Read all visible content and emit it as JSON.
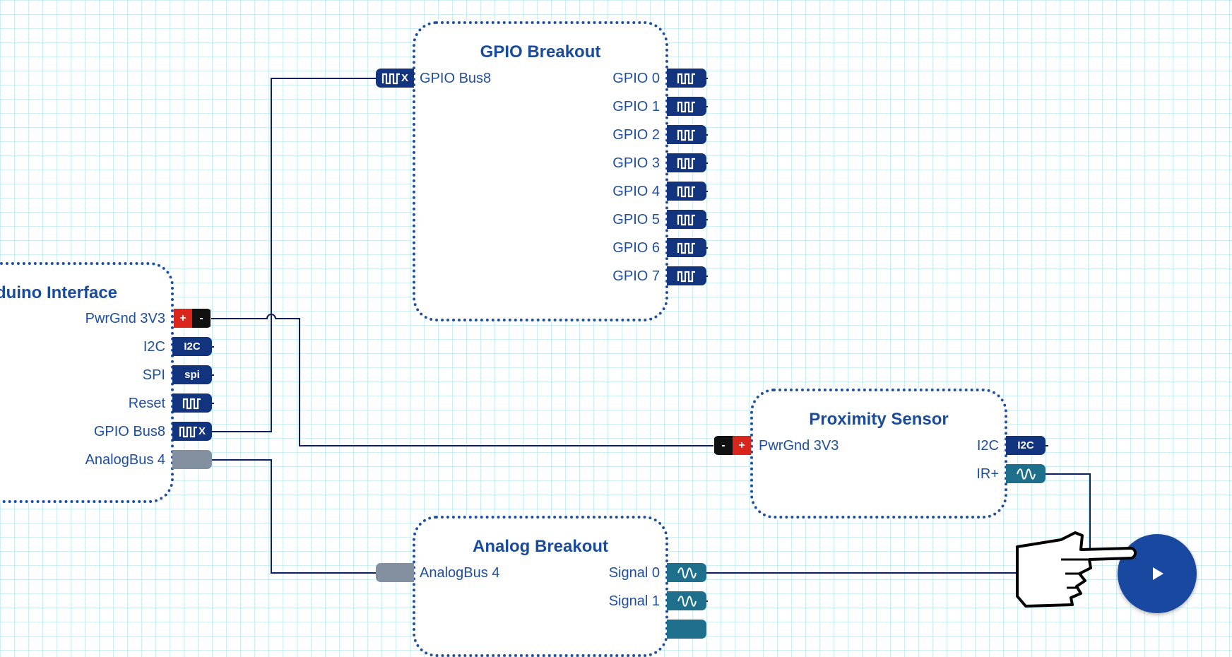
{
  "blocks": {
    "gpio_breakout": {
      "title": "GPIO Breakout",
      "input_label": "GPIO Bus8",
      "input_pin_text": "X",
      "outputs": [
        "GPIO 0",
        "GPIO 1",
        "GPIO 2",
        "GPIO 3",
        "GPIO 4",
        "GPIO 5",
        "GPIO 6",
        "GPIO 7"
      ]
    },
    "arduino_interface": {
      "title": "duino Interface",
      "ports": [
        {
          "label": "PwrGnd 3V3",
          "pin": "power"
        },
        {
          "label": "I2C",
          "pin_text": "I2C"
        },
        {
          "label": "SPI",
          "pin_text": "spi"
        },
        {
          "label": "Reset",
          "pin": "digital"
        },
        {
          "label": "GPIO Bus8",
          "pin_text": "X"
        },
        {
          "label": "AnalogBus 4",
          "pin": "analog-bus"
        }
      ]
    },
    "proximity_sensor": {
      "title": "Proximity Sensor",
      "input_label": "PwrGnd 3V3",
      "outputs": [
        {
          "label": "I2C",
          "pin_text": "I2C"
        },
        {
          "label": "IR+",
          "pin": "analog"
        }
      ]
    },
    "analog_breakout": {
      "title": "Analog Breakout",
      "input_label": "AnalogBus 4",
      "outputs": [
        "Signal 0",
        "Signal 1"
      ]
    }
  },
  "power_pin": {
    "plus": "+",
    "minus": "-"
  },
  "icons": {
    "digital": "square-wave-icon",
    "analog": "sine-wave-icon",
    "play": "play-icon",
    "cursor": "pointing-hand-cursor-icon"
  },
  "colors": {
    "block_border": "#1f4fa0",
    "title": "#1a4b9b",
    "digital_pin": "#12347f",
    "analog_pin": "#1d6f8c",
    "bus_pin": "#8290a0",
    "plus": "#d9261c",
    "minus": "#111111",
    "wire": "#0d1f5c",
    "play_button": "#1848a0"
  }
}
